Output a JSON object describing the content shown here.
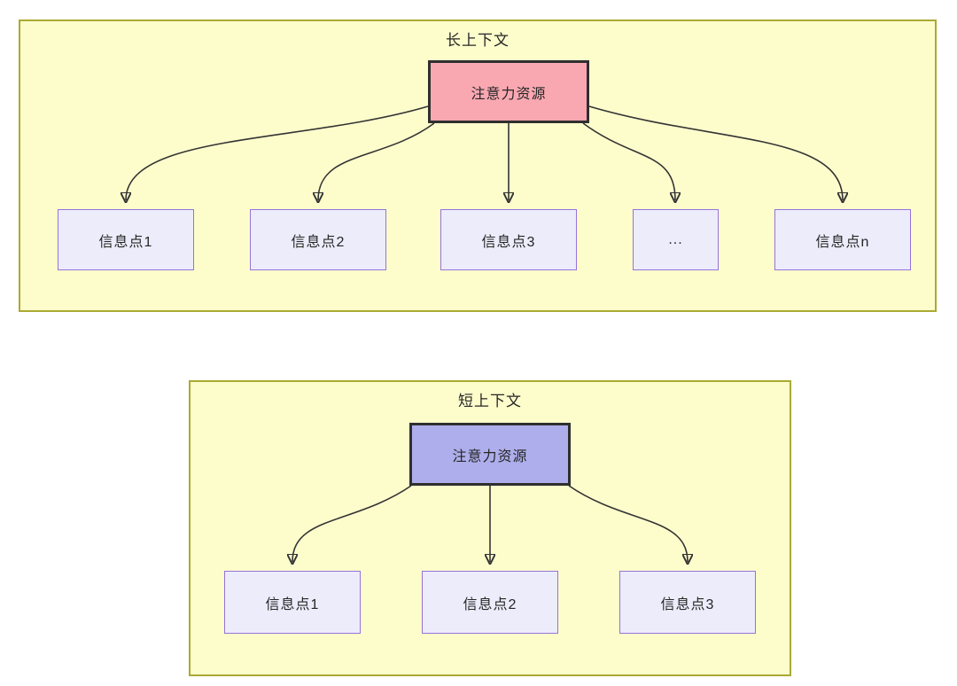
{
  "diagram": {
    "long_context": {
      "title": "长上下文",
      "root_label": "注意力资源",
      "children": [
        {
          "label": "信息点1"
        },
        {
          "label": "信息点2"
        },
        {
          "label": "信息点3"
        },
        {
          "label": "..."
        },
        {
          "label": "信息点n"
        }
      ]
    },
    "short_context": {
      "title": "短上下文",
      "root_label": "注意力资源",
      "children": [
        {
          "label": "信息点1"
        },
        {
          "label": "信息点2"
        },
        {
          "label": "信息点3"
        }
      ]
    },
    "colors": {
      "section_background": "#fdfdcc",
      "section_border": "#aaaa33",
      "long_root_fill": "#f9a8b2",
      "short_root_fill": "#aeaeec",
      "root_border": "#2f2f2f",
      "info_node_fill": "#ececfb",
      "info_node_border": "#9673db",
      "arrow": "#333333",
      "text": "#262626"
    }
  }
}
